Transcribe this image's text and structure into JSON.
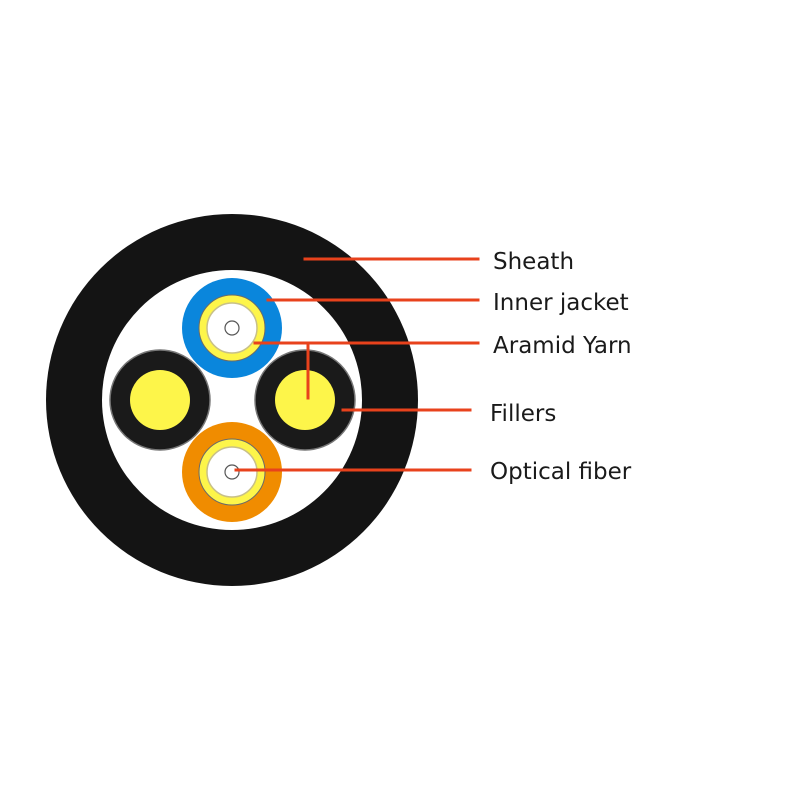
{
  "labels": {
    "sheath": "Sheath",
    "inner_jacket": "Inner jacket",
    "aramid_yarn": "Aramid Yarn",
    "fillers": "Fillers",
    "optical_fiber": "Optical fiber"
  },
  "colors": {
    "sheath": "#141414",
    "core_fill": "#ffffff",
    "blue_jacket": "#0a86dc",
    "orange_jacket": "#f08c00",
    "filler_outer": "#1a1a1a",
    "filler_inner": "#fdf54a",
    "aramid_yarn": "#fdf54a",
    "buffer": "#ffffff",
    "fiber_core": "#ffffff",
    "leader_line": "#e8421c"
  }
}
